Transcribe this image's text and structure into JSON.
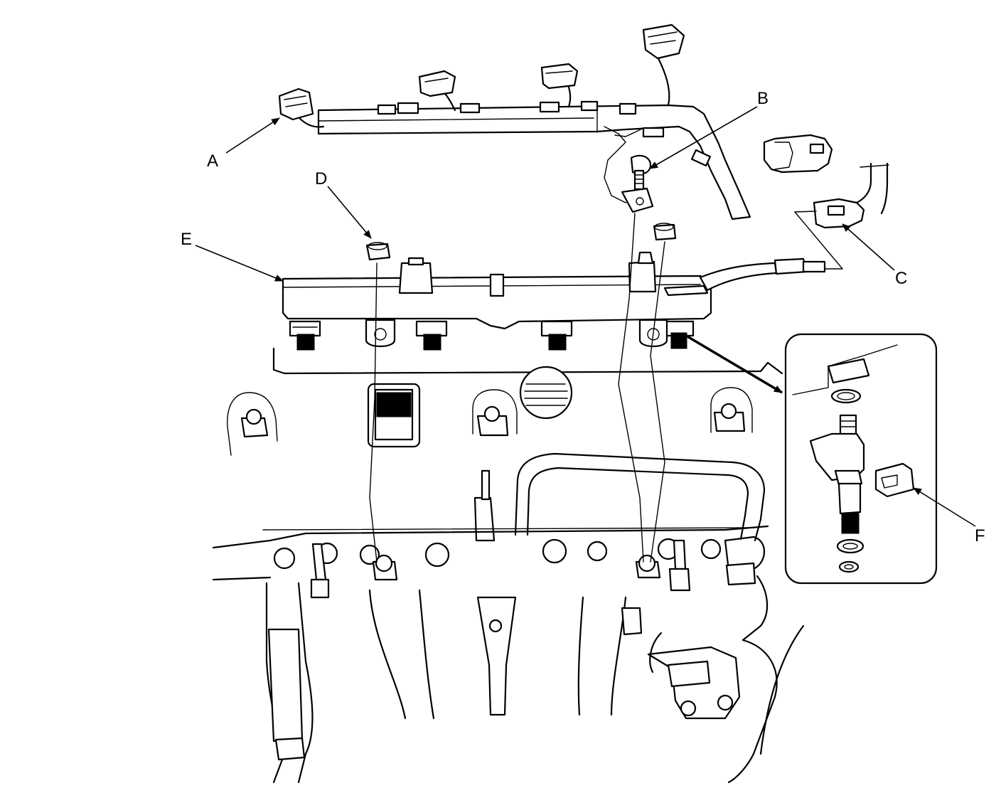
{
  "callouts": [
    {
      "key": "A",
      "text": "A"
    },
    {
      "key": "B",
      "text": "B"
    },
    {
      "key": "C",
      "text": "C"
    },
    {
      "key": "D",
      "text": "D"
    },
    {
      "key": "E",
      "text": "E"
    },
    {
      "key": "F",
      "text": "F"
    }
  ]
}
